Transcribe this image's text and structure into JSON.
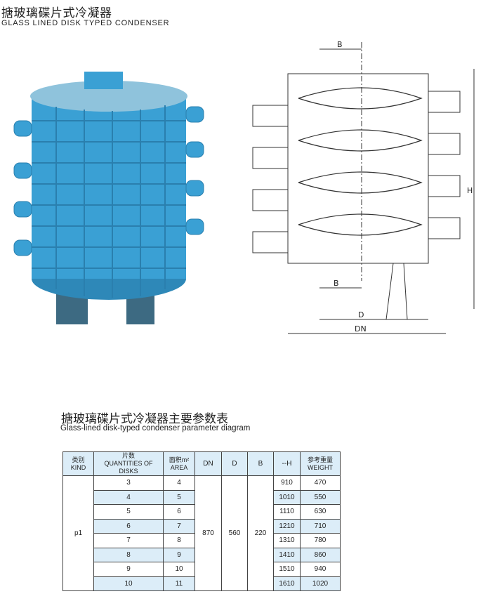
{
  "header": {
    "title_cn": "搪玻璃碟片式冷凝器",
    "title_en": "GLASS LINED DISK TYPED CONDENSER"
  },
  "drawing": {
    "labels": {
      "b_top": "B",
      "b_bottom": "B",
      "h": "H",
      "d": "D",
      "dn": "DN"
    }
  },
  "section": {
    "title_cn": "搪玻璃碟片式冷凝器主要参数表",
    "title_en": "Glass-lined disk-typed condenser parameter diagram"
  },
  "table": {
    "headers": [
      {
        "cn": "类别",
        "en": "KIND"
      },
      {
        "cn": "片数",
        "en": "QUANTITIES OF DISKS"
      },
      {
        "cn": "面积m²",
        "en": "AREA"
      },
      {
        "cn": "DN"
      },
      {
        "cn": "D"
      },
      {
        "cn": "B"
      },
      {
        "cn": "--H"
      },
      {
        "cn": "参考重量",
        "en": "WEIGHT"
      }
    ],
    "kind": "p1",
    "dn": "870",
    "d": "560",
    "b": "220",
    "rows": [
      {
        "disks": "3",
        "area": "4",
        "h": "910",
        "weight": "470"
      },
      {
        "disks": "4",
        "area": "5",
        "h": "1010",
        "weight": "550"
      },
      {
        "disks": "5",
        "area": "6",
        "h": "1110",
        "weight": "630"
      },
      {
        "disks": "6",
        "area": "7",
        "h": "1210",
        "weight": "710"
      },
      {
        "disks": "7",
        "area": "8",
        "h": "1310",
        "weight": "780"
      },
      {
        "disks": "8",
        "area": "9",
        "h": "1410",
        "weight": "860"
      },
      {
        "disks": "9",
        "area": "10",
        "h": "1510",
        "weight": "940"
      },
      {
        "disks": "10",
        "area": "11",
        "h": "1610",
        "weight": "1020"
      }
    ]
  }
}
